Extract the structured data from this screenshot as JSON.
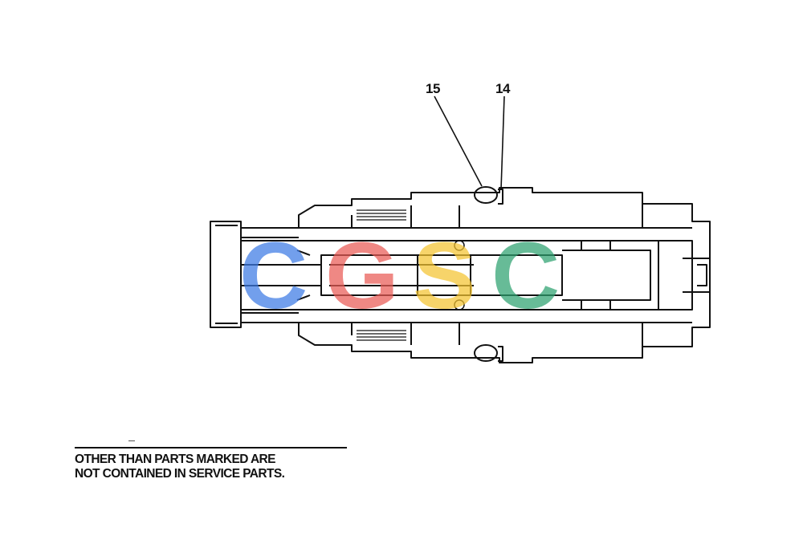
{
  "callouts": {
    "part_15": "15",
    "part_14": "14"
  },
  "note": {
    "line1": "OTHER THAN PARTS MARKED ARE",
    "line2": "NOT CONTAINED IN SERVICE PARTS."
  },
  "watermark": {
    "letters": [
      "C",
      "G",
      "S",
      "C"
    ],
    "colors": [
      "#3d7be6",
      "#ea5b55",
      "#f5c431",
      "#2da270"
    ]
  },
  "colors": {
    "line": "#111111",
    "background": "#ffffff"
  }
}
